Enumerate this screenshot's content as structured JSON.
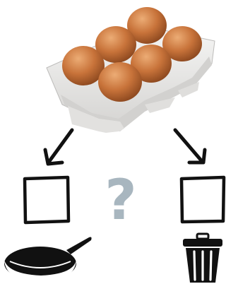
{
  "diagram": {
    "question_mark": "?",
    "colors": {
      "question_mark": "#a8b6bf",
      "egg": "#c8733a",
      "egg_highlight": "#e9a56a",
      "carton": "#ecebea",
      "carton_shadow": "#c9c8c6",
      "ink": "#111111"
    },
    "egg_count": 6,
    "options": [
      {
        "icon": "frying-pan-icon",
        "meaning": "cook"
      },
      {
        "icon": "trash-can-icon",
        "meaning": "discard"
      }
    ]
  }
}
